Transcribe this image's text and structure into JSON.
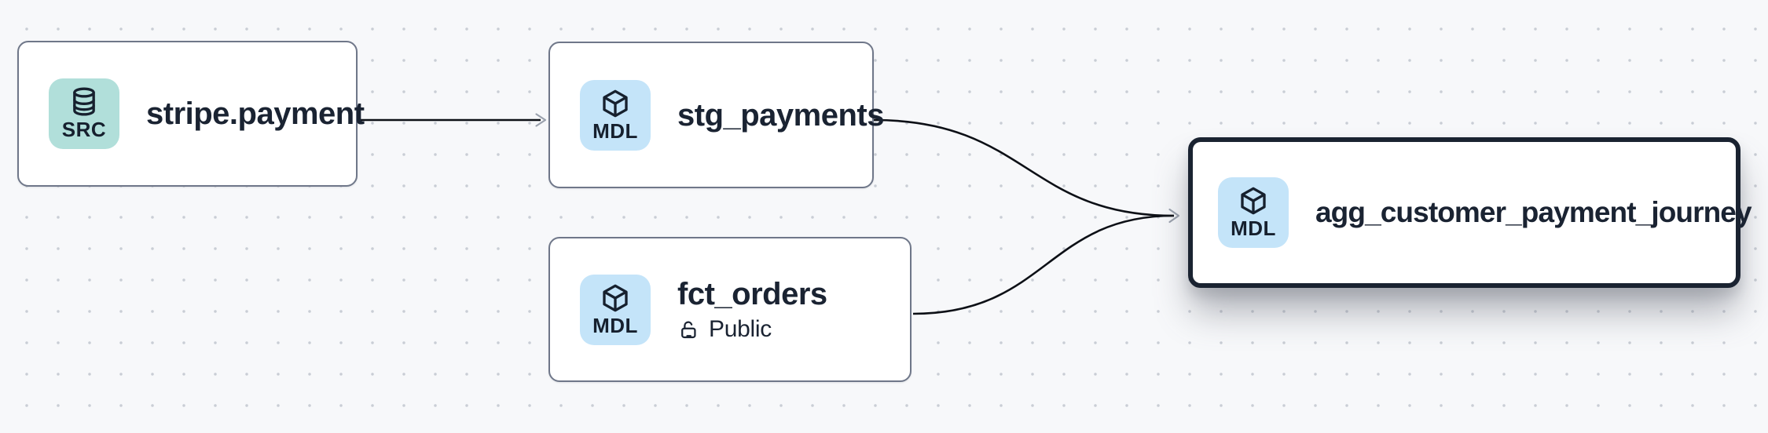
{
  "canvas": {
    "background": "#f7f8fa",
    "dot_color": "#c9cdd5"
  },
  "colors": {
    "node_background": "#ffffff",
    "node_border": "#6f7789",
    "selected_node_border": "#1a2331",
    "text": "#1a2332",
    "edge": "#0d1016",
    "arrowhead": "#9aa1ad",
    "src_badge_bg": "#b1dfda",
    "mdl_badge_bg": "#c4e4f9"
  },
  "nodes": [
    {
      "id": "stripe.payment",
      "title": "stripe.payment",
      "badge": {
        "label": "SRC",
        "icon": "database-icon"
      },
      "selected": false
    },
    {
      "id": "stg_payments",
      "title": "stg_payments",
      "badge": {
        "label": "MDL",
        "icon": "cube-icon"
      },
      "selected": false
    },
    {
      "id": "fct_orders",
      "title": "fct_orders",
      "badge": {
        "label": "MDL",
        "icon": "cube-icon"
      },
      "access": {
        "label": "Public",
        "icon": "unlock-icon"
      },
      "selected": false
    },
    {
      "id": "agg_customer_payment_journey",
      "title": "agg_customer_payment_journey",
      "badge": {
        "label": "MDL",
        "icon": "cube-icon"
      },
      "selected": true
    }
  ],
  "edges": [
    {
      "from": "stripe.payment",
      "to": "stg_payments"
    },
    {
      "from": "stg_payments",
      "to": "agg_customer_payment_journey"
    },
    {
      "from": "fct_orders",
      "to": "agg_customer_payment_journey"
    }
  ]
}
